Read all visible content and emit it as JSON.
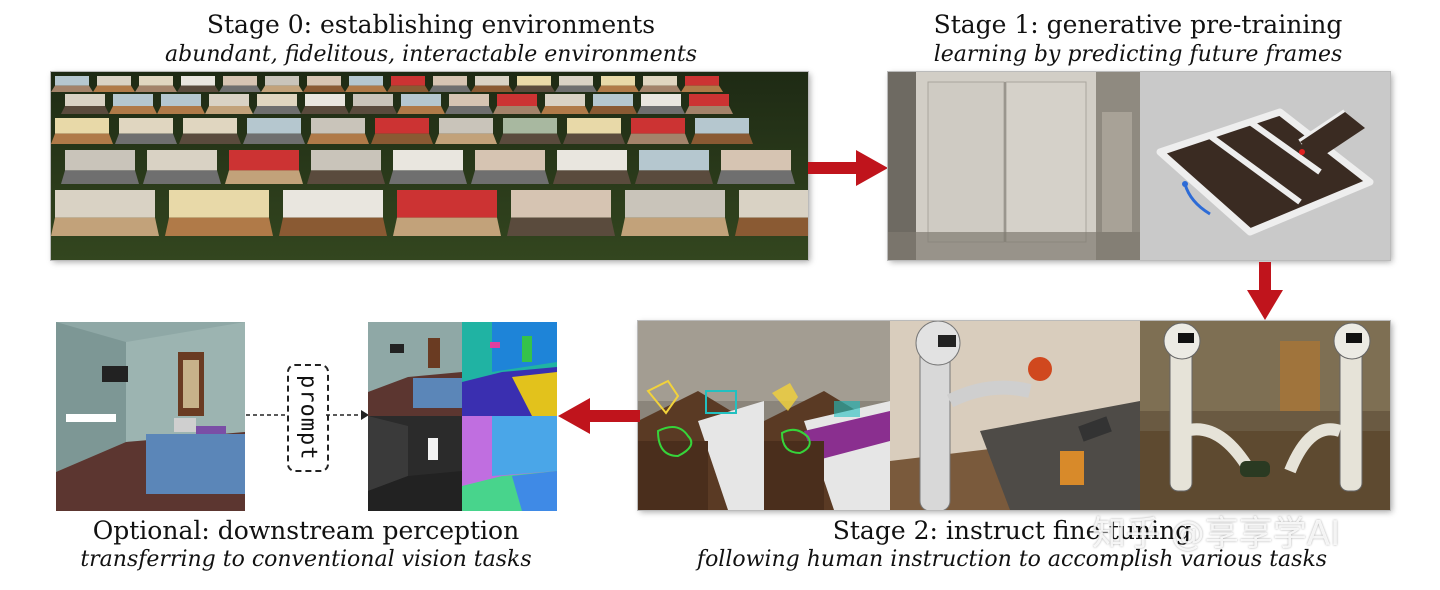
{
  "stage0": {
    "title": "Stage 0: establishing environments",
    "subtitle": "abundant, fidelitous, interactable environments"
  },
  "stage1": {
    "title": "Stage 1: generative pre-training",
    "subtitle": "learning by predicting future frames"
  },
  "stage2": {
    "title": "Stage 2: instruct fine-tuning",
    "subtitle": "following human instruction to accomplish various tasks"
  },
  "optional": {
    "title": "Optional: downstream perception",
    "subtitle": "transferring to conventional vision tasks",
    "prompt_label": "prompt"
  },
  "watermark": "知乎 @享享学AI",
  "colors": {
    "arrow": "#c0141c",
    "grass": "#2e3d1e",
    "wall": "#e9e6df",
    "floor_wood": "#8a5a33",
    "bed_blue": "#5b86b8",
    "segment_teal": "#20b3a3",
    "segment_yellow": "#e2c21c"
  }
}
